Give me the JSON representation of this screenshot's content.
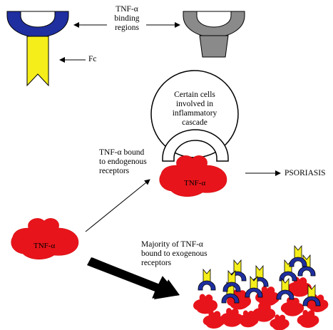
{
  "labels": {
    "tnf_binding_regions_line1": "TNF-α",
    "tnf_binding_regions_line2": "binding",
    "tnf_binding_regions_line3": "regions",
    "fc": "Fc",
    "cells_line1": "Certain cells",
    "cells_line2": "involved in",
    "cells_line3": "inflammatory",
    "cells_line4": "cascade",
    "endogenous_line1": "TNF-α bound",
    "endogenous_line2": "to endogenous",
    "endogenous_line3": "receptors",
    "tnf_on_receptor": "TNF-α",
    "psoriasis": "PSORIASIS",
    "free_tnf": "TNF-α",
    "exogenous_line1": "Majority of TNF-α",
    "exogenous_line2": "bound to exogenous",
    "exogenous_line3": "receptors"
  },
  "colors": {
    "tnf_red": "#e8141b",
    "receptor_blue": "#1f2fa0",
    "fc_yellow": "#f5ee1a",
    "receptor_gray": "#8a8a8a",
    "arrow_black": "#000000"
  },
  "icons": {
    "fusion_receptor": "fusion-receptor-icon",
    "endogenous_receptor": "gray-receptor-icon",
    "tnf_molecule": "tnf-molecule-icon"
  }
}
